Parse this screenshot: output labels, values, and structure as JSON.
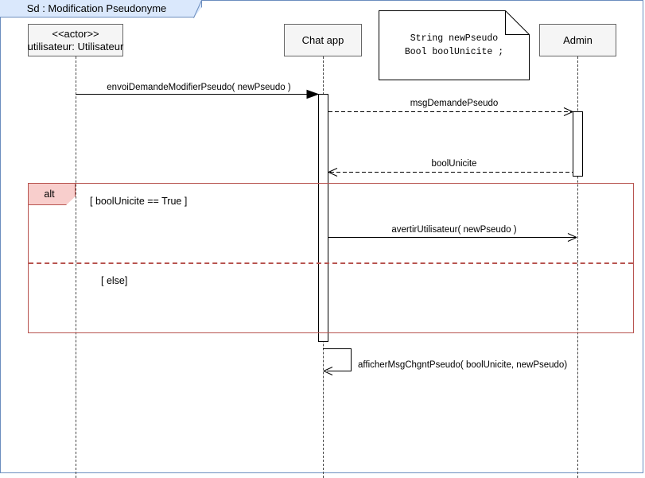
{
  "diagram": {
    "type": "uml-sequence-diagram",
    "title_tab": "Sd :  Modification Pseudonyme",
    "frame_border_color": "#6c8ebf",
    "tab_fill_color": "#dae8fc"
  },
  "lifelines": [
    {
      "id": "actor",
      "stereotype": "<<actor>>",
      "label": "utilisateur: Utilisateur",
      "fill": "#f5f5f5",
      "border": "#666666"
    },
    {
      "id": "chat",
      "stereotype": "",
      "label": "Chat app",
      "fill": "#f5f5f5",
      "border": "#666666"
    },
    {
      "id": "admin",
      "stereotype": "",
      "label": "Admin",
      "fill": "#f5f5f5",
      "border": "#666666"
    }
  ],
  "note": {
    "line1": "String newPseudo",
    "line2": "Bool boolUnicite ;",
    "text": "String newPseudo\nBool boolUnicite ;"
  },
  "messages": [
    {
      "id": "m1",
      "label": "envoiDemandeModifierPseudo( newPseudo )",
      "from": "actor",
      "to": "chat",
      "style": "solid",
      "arrowhead": "filled"
    },
    {
      "id": "m2",
      "label": "msgDemandePseudo",
      "from": "chat",
      "to": "admin",
      "style": "dashed",
      "arrowhead": "open"
    },
    {
      "id": "m3",
      "label": "boolUnicite",
      "from": "admin",
      "to": "chat",
      "style": "dashed",
      "arrowhead": "open"
    },
    {
      "id": "m4",
      "label": "avertirUtilisateur( newPseudo )",
      "from": "chat",
      "to": "admin",
      "style": "solid",
      "arrowhead": "open"
    },
    {
      "id": "m5",
      "label": "afficherMsgChgntPseudo( boolUnicite, newPseudo)",
      "from": "chat",
      "to": "chat",
      "style": "solid",
      "arrowhead": "open"
    }
  ],
  "alt_fragment": {
    "tag": "alt",
    "border_color": "#b85450",
    "tag_fill": "#f8cecc",
    "guards": [
      "[ boolUnicite == True ]",
      "[ else]"
    ]
  }
}
